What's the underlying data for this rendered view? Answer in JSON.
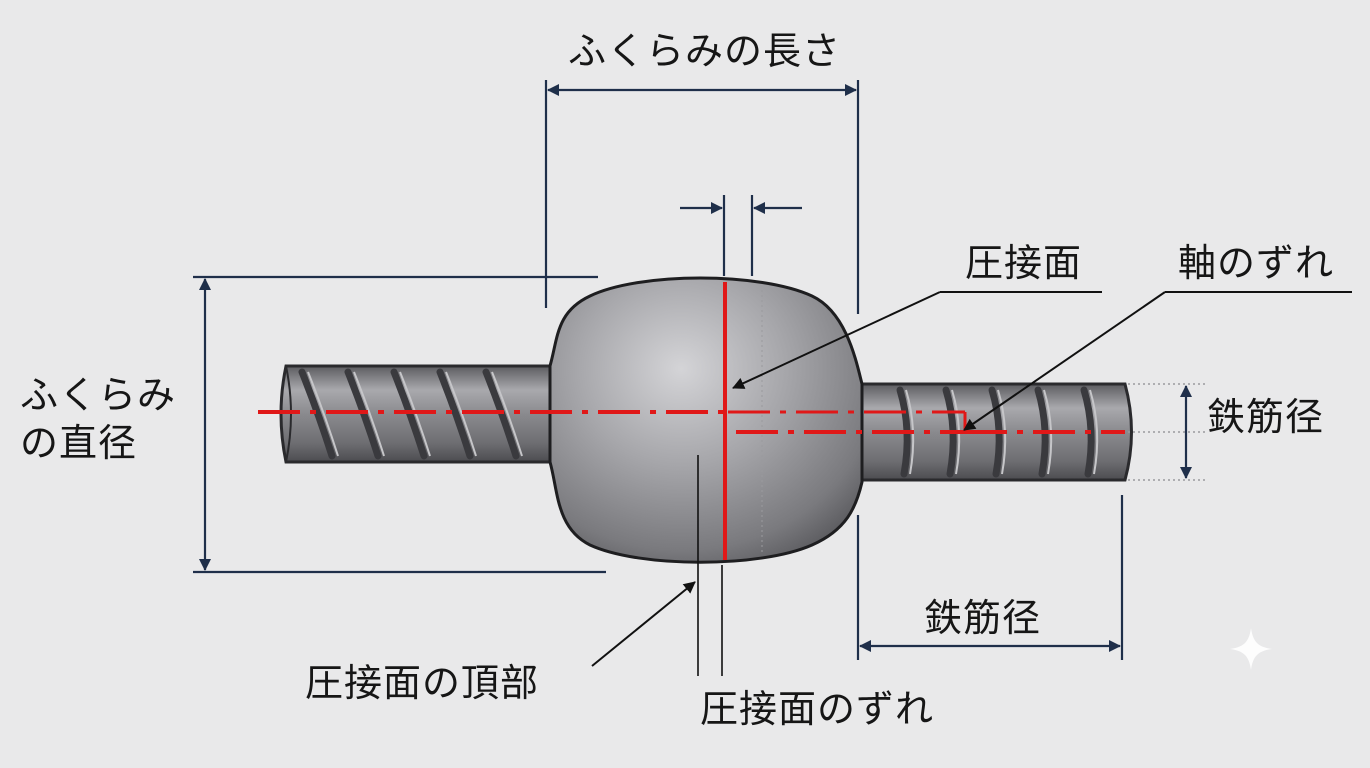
{
  "labels": {
    "bulge_length": "ふくらみの長さ",
    "bulge_diameter_line1": "ふくらみ",
    "bulge_diameter_line2": "の直径",
    "weld_face": "圧接面",
    "axis_offset": "軸のずれ",
    "rebar_diameter_right": "鉄筋径",
    "rebar_diameter_bottom": "鉄筋径",
    "weld_face_top": "圧接面の頂部",
    "weld_face_offset": "圧接面のずれ"
  },
  "colors": {
    "background": "#e9e9ea",
    "dimension_line": "#1f2f4a",
    "centerline": "#e01818",
    "steel": "#8f8f92"
  },
  "icons": {
    "corner_mark": "sparkle-icon"
  }
}
